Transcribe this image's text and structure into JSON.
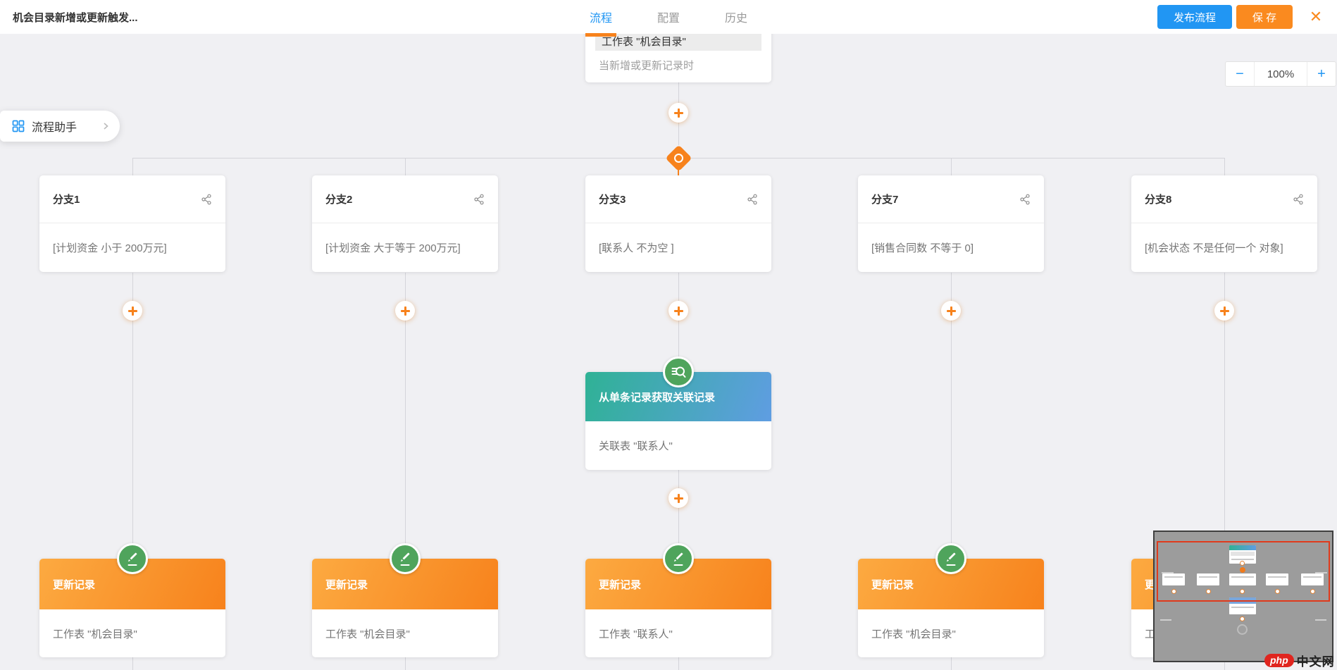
{
  "header": {
    "title": "机会目录新增或更新触发...",
    "tabs": [
      {
        "label": "流程",
        "active": true
      },
      {
        "label": "配置",
        "active": false
      },
      {
        "label": "历史",
        "active": false
      }
    ],
    "publish_label": "发布流程",
    "save_label": "保 存",
    "close_icon": "✕"
  },
  "toolbar": {
    "zoom_out": "−",
    "zoom_level": "100%",
    "zoom_in": "+"
  },
  "assistant": {
    "label": "流程助手"
  },
  "trigger": {
    "selected_row": "工作表 \"机会目录\"",
    "description": "当新增或更新记录时"
  },
  "branches": [
    {
      "title": "分支1",
      "condition": "[计划资金 小于 200万元]"
    },
    {
      "title": "分支2",
      "condition": "[计划资金 大于等于 200万元]"
    },
    {
      "title": "分支3",
      "condition": "[联系人 不为空 ]"
    },
    {
      "title": "分支7",
      "condition": "[销售合同数 不等于 0]"
    },
    {
      "title": "分支8",
      "condition": "[机会状态 不是任何一个 对象]"
    }
  ],
  "get_record": {
    "title": "从单条记录获取关联记录",
    "detail": "关联表 \"联系人\""
  },
  "updates": [
    {
      "title": "更新记录",
      "detail": "工作表 \"机会目录\""
    },
    {
      "title": "更新记录",
      "detail": "工作表 \"机会目录\""
    },
    {
      "title": "更新记录",
      "detail": "工作表 \"联系人\""
    },
    {
      "title": "更新记录",
      "detail": "工作表 \"机会目录\""
    },
    {
      "title": "更新记录",
      "detail": "工作表 \"机会目录\""
    }
  ],
  "watermark": {
    "badge": "php",
    "text": "中文网"
  },
  "colors": {
    "accent_orange": "#f7821c",
    "accent_blue": "#2196f3",
    "node_icon_green": "#4fa45c",
    "get_record_gradient": [
      "#2fb295",
      "#5f9de2"
    ],
    "update_gradient": [
      "#fcaa41",
      "#f7821c"
    ],
    "canvas_bg": "#f0f0f3",
    "minimap_viewport_red": "#e03a1c"
  }
}
